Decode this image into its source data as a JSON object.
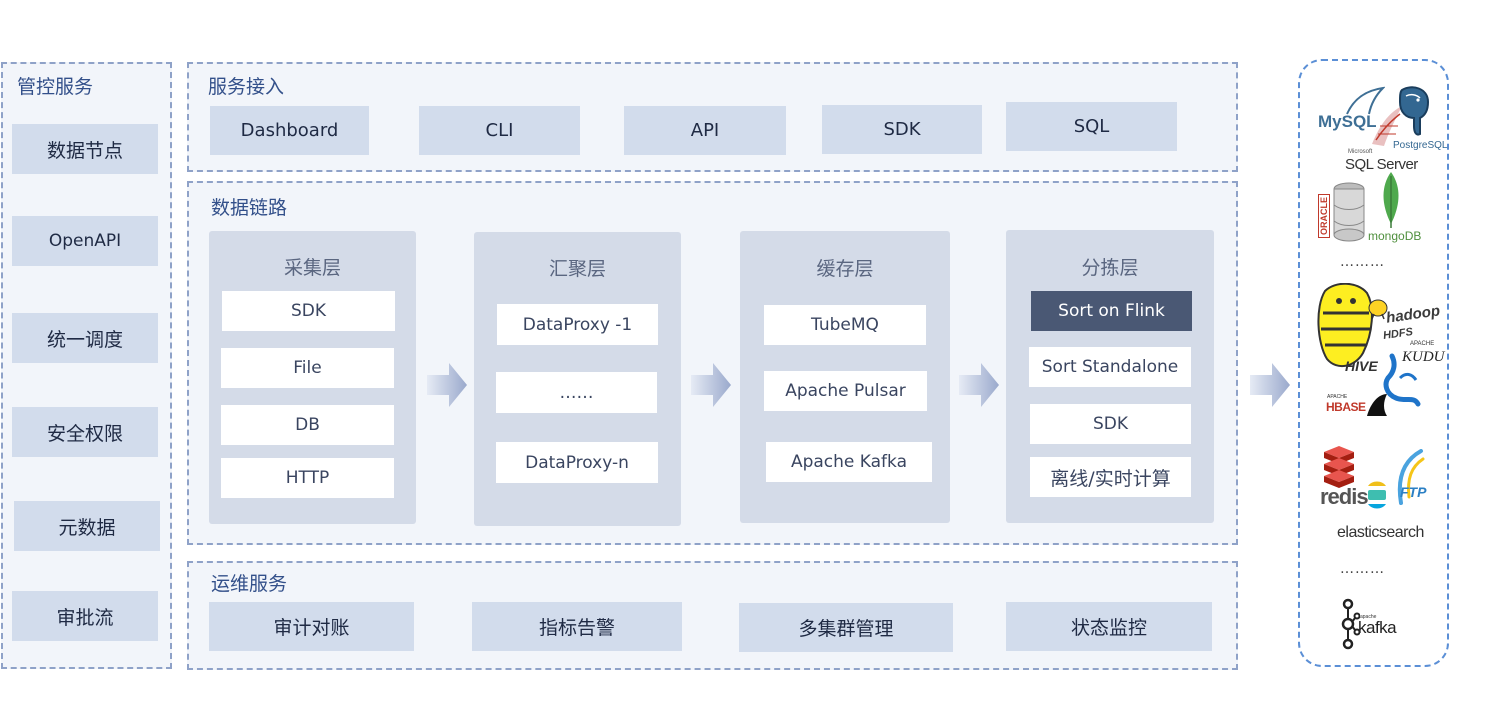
{
  "management": {
    "title": "管控服务",
    "items": [
      "数据节点",
      "OpenAPI",
      "统一调度",
      "安全权限",
      "元数据",
      "审批流"
    ]
  },
  "access": {
    "title": "服务接入",
    "items": [
      "Dashboard",
      "CLI",
      "API",
      "SDK",
      "SQL"
    ]
  },
  "pipeline": {
    "title": "数据链路",
    "layers": [
      {
        "title": "采集层",
        "items": [
          "SDK",
          "File",
          "DB",
          "HTTP"
        ]
      },
      {
        "title": "汇聚层",
        "items": [
          "DataProxy -1",
          "……",
          "DataProxy-n"
        ]
      },
      {
        "title": "缓存层",
        "items": [
          "TubeMQ",
          "Apache Pulsar",
          "Apache Kafka"
        ]
      },
      {
        "title": "分拣层",
        "items": [
          "Sort on Flink",
          "Sort Standalone",
          "SDK",
          "离线/实时计算"
        ]
      }
    ]
  },
  "ops": {
    "title": "运维服务",
    "items": [
      "审计对账",
      "指标告警",
      "多集群管理",
      "状态监控"
    ]
  },
  "storage": {
    "mysql": "MySQL",
    "postgresql": "PostgreSQL",
    "sqlserver_small": "Microsoft",
    "sqlserver": "SQL Server",
    "oracle": "ORACLE",
    "mongodb": "mongoDB",
    "dots1": "………",
    "hadoop": "hadoop",
    "hdfs": "HDFS",
    "hive": "HIVE",
    "kudu_small": "APACHE",
    "kudu": "KUDU",
    "hbase_small": "APACHE",
    "hbase": "HBASE",
    "redis": "redis",
    "ftp": "FTP",
    "elasticsearch": "elasticsearch",
    "dots2": "………",
    "kafka_small": "apache",
    "kafka": "kafka"
  },
  "colors": {
    "dashed_border": "#8fa2c8",
    "section_bg": "#f2f5fa",
    "box_fill": "#d2dcec",
    "layer_fill": "#d4dbe8",
    "highlight": "#4a5874",
    "title_text": "#33508a",
    "store_border": "#5b8fd6"
  }
}
